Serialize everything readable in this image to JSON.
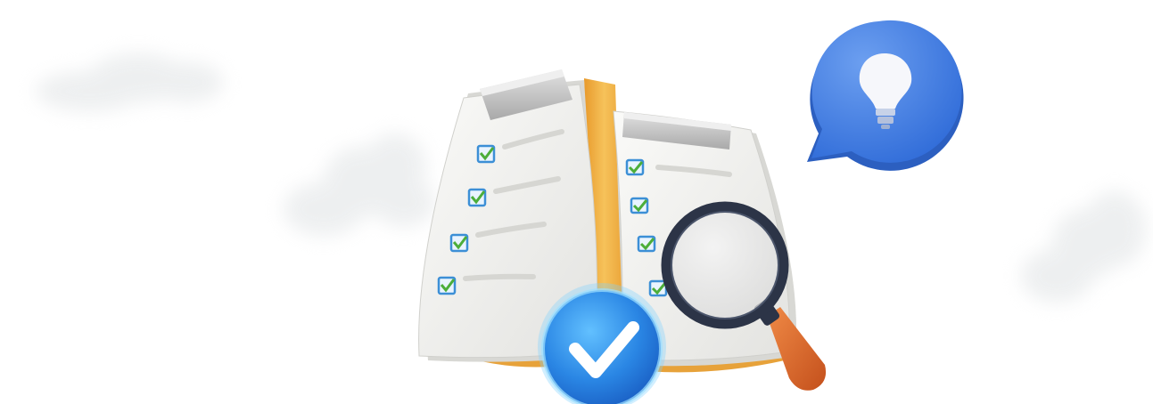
{
  "scene": {
    "description_free": true,
    "elements": [
      "clipboard-left",
      "clipboard-right",
      "verified-check-badge",
      "magnifying-glass",
      "lightbulb-speech-bubble",
      "cloud-left-top",
      "cloud-left-middle",
      "cloud-right"
    ]
  },
  "icons": {
    "left_clipboard_checks": 4,
    "right_clipboard_checks": 4,
    "badge_icon": "check-icon",
    "bubble_icon": "lightbulb-icon",
    "search_icon": "magnifying-glass-icon"
  },
  "colors": {
    "background": "#ffffff",
    "folder": "#f2b44a",
    "paper": "#f1f1ef",
    "clip": "#c9c9c9",
    "checkbox_border": "#3c8fd6",
    "checkmark": "#4cae3a",
    "badge": "#2f8fe6",
    "bubble": "#3f7fe0",
    "glass_ring": "#2c3447",
    "glass_handle": "#e0692c",
    "cloud": "#eceeef"
  }
}
